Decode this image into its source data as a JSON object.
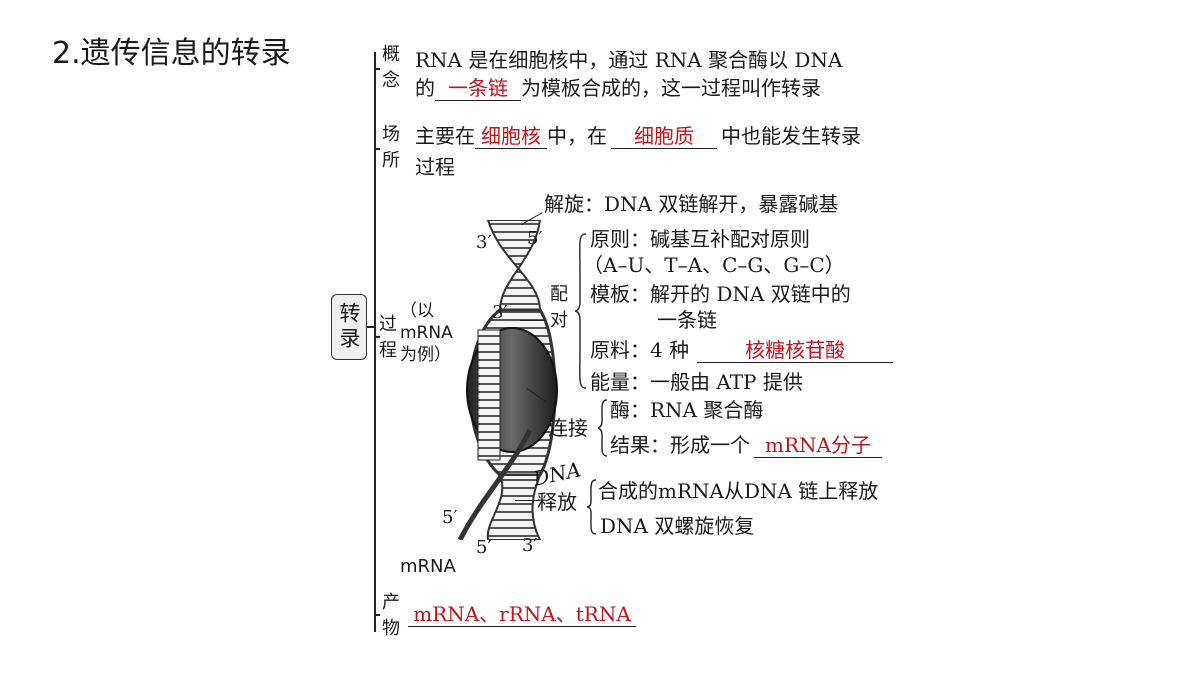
{
  "title": "2.遗传信息的转录",
  "root": "转录",
  "concept": {
    "label": [
      "概",
      "念"
    ],
    "line1": "RNA 是在细胞核中，通过 RNA 聚合酶以 DNA",
    "line2_pre": "的",
    "blank": "一条链",
    "line2_post": "为模板合成的，这一过程叫作转录"
  },
  "place": {
    "label": [
      "场",
      "所"
    ],
    "pre": "主要在",
    "blank1": "细胞核",
    "mid": "中，在",
    "blank2": "细胞质",
    "post": "中也能发生转录",
    "line2": "过程"
  },
  "process": {
    "label": [
      "过",
      "程"
    ],
    "note": [
      "（以",
      "mRNA",
      "为例）"
    ],
    "unwind": "解旋：DNA 双链解开，暴露碱基",
    "pair_label": [
      "配",
      "对"
    ],
    "principle": "原则：碱基互补配对原则",
    "pairs": "（A–U、T–A、C–G、G–C）",
    "template1": "模板：解开的 DNA 双链中的",
    "template2": "一条链",
    "material_pre": "原料：4 种",
    "material_blank": "核糖核苷酸",
    "energy": "能量：一般由 ATP 提供",
    "link_label": "连接",
    "enzyme": "酶：RNA 聚合酶",
    "result_pre": "结果：形成一个",
    "result_blank": "mRNA分子",
    "release_label": [
      "DNA",
      "释放"
    ],
    "release1": "合成的mRNA从DNA 链上释放",
    "release2": "DNA 双螺旋恢复"
  },
  "figure": {
    "top_left": "3′",
    "top_right": "5′",
    "inner": "3′",
    "bottom_left_side": "5′",
    "bottom_a": "5′",
    "bottom_b": "3′",
    "mrna": "mRNA"
  },
  "product": {
    "label": [
      "产",
      "物"
    ],
    "blank": "mRNA、rRNA、tRNA"
  }
}
